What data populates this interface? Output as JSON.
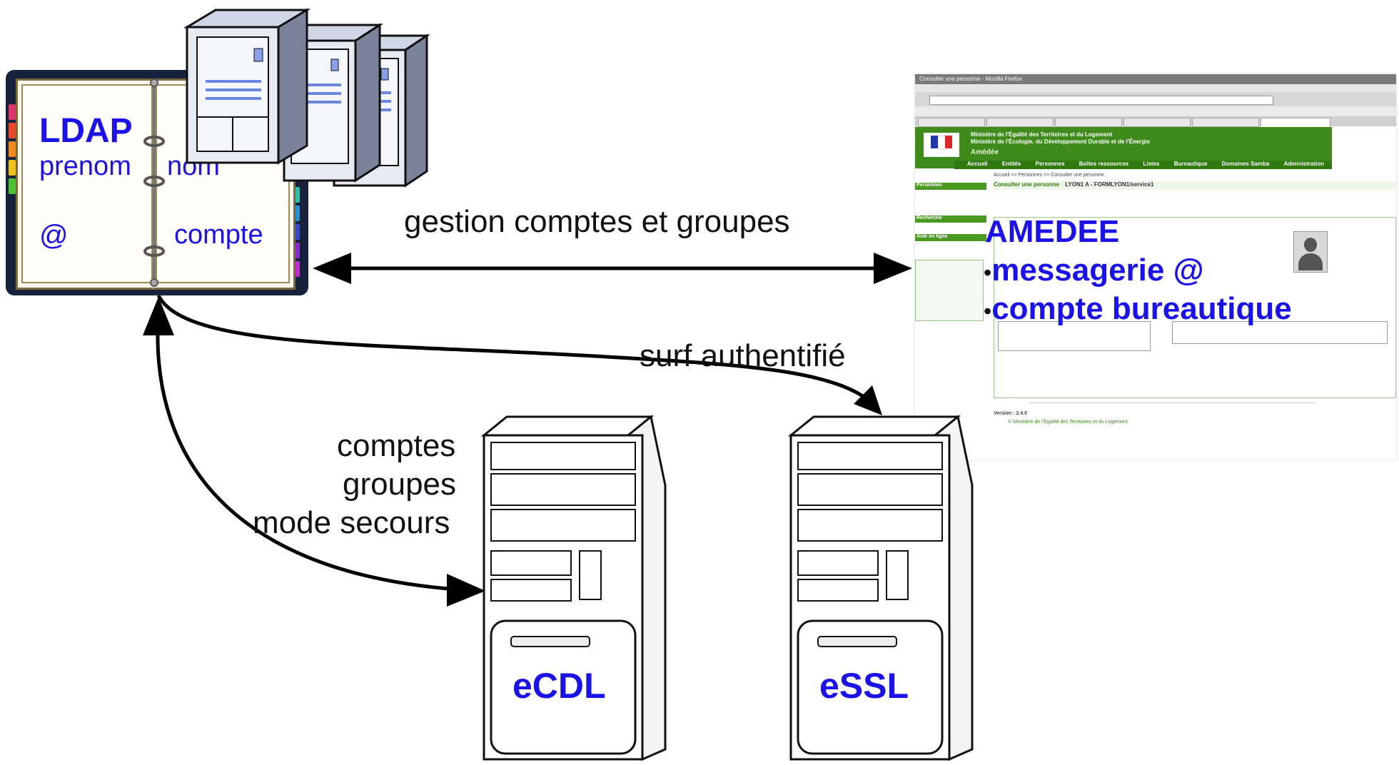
{
  "ldap": {
    "title": "LDAP",
    "field1": "prenom",
    "field2": "nom",
    "field3": "@",
    "field4": "compte"
  },
  "arrows": {
    "top_label": "gestion comptes et groupes",
    "middle_label": "surf authentifié",
    "left_label_line1": "comptes",
    "left_label_line2": "groupes",
    "left_label_line3": "mode secours"
  },
  "servers": {
    "left": "eCDL",
    "right": "eSSL"
  },
  "amedee": {
    "title": "AMEDEE",
    "bullet1": "messagerie @",
    "bullet2": "compte bureautique"
  },
  "screenshot": {
    "window_title": "Consulter une personne - Mozilla Firefox",
    "ministry_line1": "Ministère de l'Égalité des Territoires et du Logement",
    "ministry_line2": "Ministère de l'Écologie, du Développement Durable et de l'Énergie",
    "app_name": "Amédée",
    "nav": [
      "Accueil",
      "Entités",
      "Personnes",
      "Boîtes ressources",
      "Listes",
      "Bureautique",
      "Domaines Samba",
      "Administration"
    ],
    "breadcrumb": "Accueil >> Personnes >> Consulter une personne",
    "page_heading": "Consulter une personne",
    "person_id": "LYON1 A - FORMLYON1/service1",
    "sidebar_sections": [
      "Personnes",
      "Recherche",
      "Aide en ligne"
    ],
    "footer_version": "Version : 2.4.0",
    "footer_copyright": "© Ministère de l'Égalité des Territoires et du Logement"
  },
  "colors": {
    "label_blue": "#1a12e6",
    "arrow": "#000000",
    "amedee_green": "#3e8b1c"
  }
}
